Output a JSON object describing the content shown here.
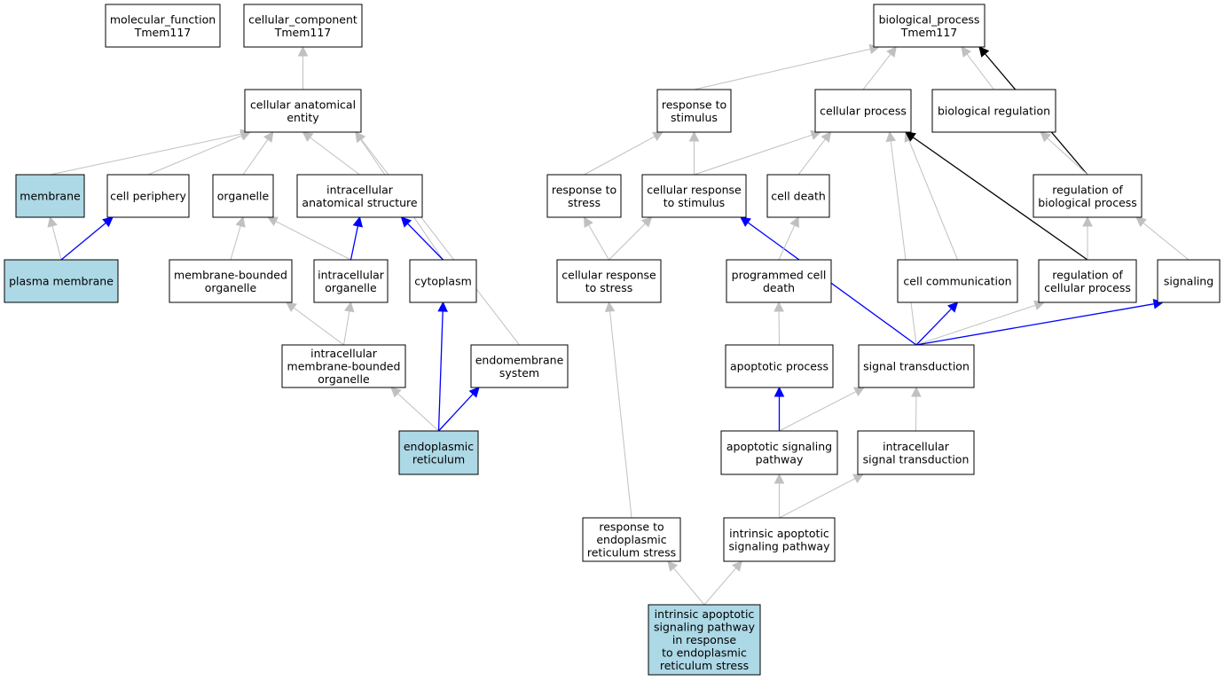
{
  "colors": {
    "highlight_fill": "#add8e6",
    "node_fill": "#ffffff",
    "edge_gray": "#c0c0c0",
    "edge_blue": "#0000ff",
    "edge_black": "#000000"
  },
  "nodes": [
    {
      "id": "mf",
      "lines": [
        "molecular_function",
        "Tmem117"
      ],
      "highlight": false
    },
    {
      "id": "cc",
      "lines": [
        "cellular_component",
        "Tmem117"
      ],
      "highlight": false
    },
    {
      "id": "bp",
      "lines": [
        "biological_process",
        "Tmem117"
      ],
      "highlight": false
    },
    {
      "id": "cae",
      "lines": [
        "cellular anatomical",
        "entity"
      ],
      "highlight": false
    },
    {
      "id": "membrane",
      "lines": [
        "membrane"
      ],
      "highlight": true
    },
    {
      "id": "cellperiph",
      "lines": [
        "cell periphery"
      ],
      "highlight": false
    },
    {
      "id": "organelle",
      "lines": [
        "organelle"
      ],
      "highlight": false
    },
    {
      "id": "ias",
      "lines": [
        "intracellular",
        "anatomical structure"
      ],
      "highlight": false
    },
    {
      "id": "pm",
      "lines": [
        "plasma membrane"
      ],
      "highlight": true
    },
    {
      "id": "mbo",
      "lines": [
        "membrane-bounded",
        "organelle"
      ],
      "highlight": false
    },
    {
      "id": "io",
      "lines": [
        "intracellular",
        "organelle"
      ],
      "highlight": false
    },
    {
      "id": "cytoplasm",
      "lines": [
        "cytoplasm"
      ],
      "highlight": false
    },
    {
      "id": "imbo",
      "lines": [
        "intracellular",
        "membrane-bounded",
        "organelle"
      ],
      "highlight": false
    },
    {
      "id": "endomem",
      "lines": [
        "endomembrane",
        "system"
      ],
      "highlight": false
    },
    {
      "id": "er",
      "lines": [
        "endoplasmic",
        "reticulum"
      ],
      "highlight": true
    },
    {
      "id": "rts",
      "lines": [
        "response to",
        "stimulus"
      ],
      "highlight": false
    },
    {
      "id": "cp",
      "lines": [
        "cellular process"
      ],
      "highlight": false
    },
    {
      "id": "breg",
      "lines": [
        "biological regulation"
      ],
      "highlight": false
    },
    {
      "id": "rtstress",
      "lines": [
        "response to",
        "stress"
      ],
      "highlight": false
    },
    {
      "id": "crts",
      "lines": [
        "cellular response",
        "to stimulus"
      ],
      "highlight": false
    },
    {
      "id": "celldeath",
      "lines": [
        "cell death"
      ],
      "highlight": false
    },
    {
      "id": "rbp",
      "lines": [
        "regulation of",
        "biological process"
      ],
      "highlight": false
    },
    {
      "id": "crtstress",
      "lines": [
        "cellular response",
        "to stress"
      ],
      "highlight": false
    },
    {
      "id": "pcd",
      "lines": [
        "programmed cell",
        "death"
      ],
      "highlight": false
    },
    {
      "id": "cellcomm",
      "lines": [
        "cell communication"
      ],
      "highlight": false
    },
    {
      "id": "rcp",
      "lines": [
        "regulation of",
        "cellular process"
      ],
      "highlight": false
    },
    {
      "id": "signaling",
      "lines": [
        "signaling"
      ],
      "highlight": false
    },
    {
      "id": "apop",
      "lines": [
        "apoptotic process"
      ],
      "highlight": false
    },
    {
      "id": "st",
      "lines": [
        "signal transduction"
      ],
      "highlight": false
    },
    {
      "id": "asp",
      "lines": [
        "apoptotic signaling",
        "pathway"
      ],
      "highlight": false
    },
    {
      "id": "ist",
      "lines": [
        "intracellular",
        "signal transduction"
      ],
      "highlight": false
    },
    {
      "id": "rters",
      "lines": [
        "response to",
        "endoplasmic",
        "reticulum stress"
      ],
      "highlight": false
    },
    {
      "id": "iasp",
      "lines": [
        "intrinsic apoptotic",
        "signaling pathway"
      ],
      "highlight": false
    },
    {
      "id": "iaspers",
      "lines": [
        "intrinsic apoptotic",
        "signaling pathway",
        "in response",
        "to endoplasmic",
        "reticulum stress"
      ],
      "highlight": true
    }
  ],
  "edges": [
    {
      "from": "cae",
      "to": "cc",
      "color": "gray"
    },
    {
      "from": "membrane",
      "to": "cae",
      "color": "gray"
    },
    {
      "from": "cellperiph",
      "to": "cae",
      "color": "gray"
    },
    {
      "from": "organelle",
      "to": "cae",
      "color": "gray"
    },
    {
      "from": "ias",
      "to": "cae",
      "color": "gray"
    },
    {
      "from": "cytoplasm",
      "to": "cae",
      "color": "gray"
    },
    {
      "from": "endomem",
      "to": "cae",
      "color": "gray"
    },
    {
      "from": "pm",
      "to": "membrane",
      "color": "gray"
    },
    {
      "from": "pm",
      "to": "cellperiph",
      "color": "blue"
    },
    {
      "from": "mbo",
      "to": "organelle",
      "color": "gray"
    },
    {
      "from": "io",
      "to": "organelle",
      "color": "gray"
    },
    {
      "from": "io",
      "to": "ias",
      "color": "blue"
    },
    {
      "from": "cytoplasm",
      "to": "ias",
      "color": "blue"
    },
    {
      "from": "imbo",
      "to": "mbo",
      "color": "gray"
    },
    {
      "from": "imbo",
      "to": "io",
      "color": "gray"
    },
    {
      "from": "er",
      "to": "imbo",
      "color": "gray"
    },
    {
      "from": "er",
      "to": "cytoplasm",
      "color": "blue"
    },
    {
      "from": "er",
      "to": "endomem",
      "color": "blue"
    },
    {
      "from": "rts",
      "to": "bp",
      "color": "gray"
    },
    {
      "from": "cp",
      "to": "bp",
      "color": "gray"
    },
    {
      "from": "breg",
      "to": "bp",
      "color": "gray"
    },
    {
      "from": "rbp",
      "to": "bp",
      "color": "black"
    },
    {
      "from": "rtstress",
      "to": "rts",
      "color": "gray"
    },
    {
      "from": "crts",
      "to": "rts",
      "color": "gray"
    },
    {
      "from": "crts",
      "to": "cp",
      "color": "gray"
    },
    {
      "from": "celldeath",
      "to": "cp",
      "color": "gray"
    },
    {
      "from": "st",
      "to": "cp",
      "color": "gray"
    },
    {
      "from": "cellcomm",
      "to": "cp",
      "color": "gray"
    },
    {
      "from": "rcp",
      "to": "cp",
      "color": "black"
    },
    {
      "from": "rbp",
      "to": "breg",
      "color": "gray"
    },
    {
      "from": "crtstress",
      "to": "rtstress",
      "color": "gray"
    },
    {
      "from": "crtstress",
      "to": "crts",
      "color": "gray"
    },
    {
      "from": "st",
      "to": "crts",
      "color": "blue"
    },
    {
      "from": "pcd",
      "to": "celldeath",
      "color": "gray"
    },
    {
      "from": "rcp",
      "to": "rbp",
      "color": "gray"
    },
    {
      "from": "signaling",
      "to": "rbp",
      "color": "gray"
    },
    {
      "from": "apop",
      "to": "pcd",
      "color": "gray"
    },
    {
      "from": "st",
      "to": "cellcomm",
      "color": "blue"
    },
    {
      "from": "st",
      "to": "rcp",
      "color": "gray"
    },
    {
      "from": "st",
      "to": "signaling",
      "color": "blue"
    },
    {
      "from": "asp",
      "to": "apop",
      "color": "blue"
    },
    {
      "from": "asp",
      "to": "st",
      "color": "gray"
    },
    {
      "from": "ist",
      "to": "st",
      "color": "gray"
    },
    {
      "from": "rters",
      "to": "crtstress",
      "color": "gray"
    },
    {
      "from": "iasp",
      "to": "asp",
      "color": "gray"
    },
    {
      "from": "iasp",
      "to": "ist",
      "color": "gray"
    },
    {
      "from": "iaspers",
      "to": "rters",
      "color": "gray"
    },
    {
      "from": "iaspers",
      "to": "iasp",
      "color": "gray"
    }
  ]
}
